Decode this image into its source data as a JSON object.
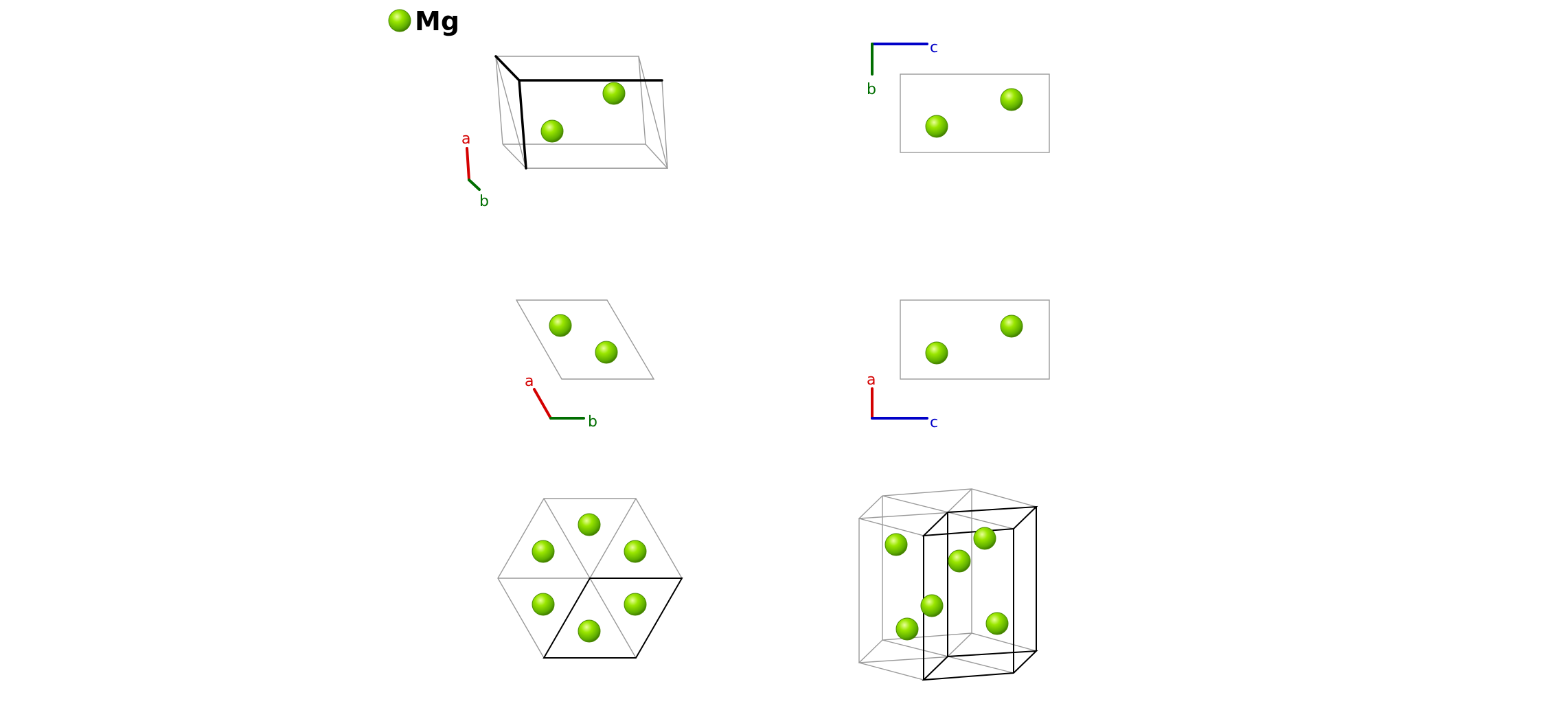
{
  "legend": {
    "element": "Mg",
    "atom_color": "#7fd300"
  },
  "axis_colors": {
    "a": "#d40000",
    "b": "#006e00",
    "c": "#0000c8"
  },
  "panels": [
    {
      "id": "perspective-view",
      "axes": {
        "a": "a",
        "b": "b"
      }
    },
    {
      "id": "view-along-a",
      "axes": {
        "c": "c",
        "b": "b"
      }
    },
    {
      "id": "view-along-c",
      "axes": {
        "a": "a",
        "b": "b"
      }
    },
    {
      "id": "view-along-b",
      "axes": {
        "a": "a",
        "c": "c"
      }
    },
    {
      "id": "hexagonal-top-view",
      "axes": {}
    },
    {
      "id": "hexagonal-perspective-view",
      "axes": {}
    }
  ]
}
